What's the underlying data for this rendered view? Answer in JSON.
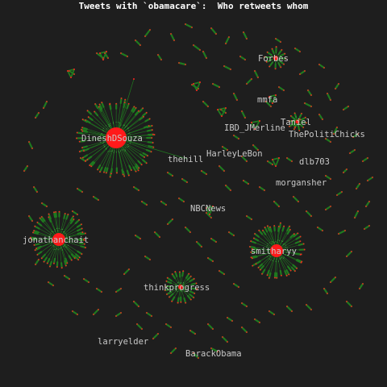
{
  "title": "Tweets with `obamacare`:  Who retweets whom",
  "colors": {
    "background": "#1e1e1e",
    "edge": "#1f7a1f",
    "node_hub": "#ff1a1a",
    "node_leaf": "#ff2020",
    "label": "#c9c9c9"
  },
  "labels": {
    "forbes": "Forbes",
    "mmfa": "mmfa",
    "taniel": "Taniel",
    "ibd_jmerline": "IBD_JMerline",
    "thepoliticichicks": "ThePolitiChicks",
    "dineshdsouza": "DineshDSouza",
    "harleylebon": "HarleyLeBon",
    "thehill": "thehill",
    "dlb703": "dlb703",
    "morgansher": "morgansher",
    "nbcnews": "NBCNews",
    "jonathanchait": "jonathanchait",
    "smitharyy": "smitharyy",
    "thinkprogress": "thinkprogress",
    "larryelder": "larryelder",
    "barackobama": "BarackObama"
  }
}
